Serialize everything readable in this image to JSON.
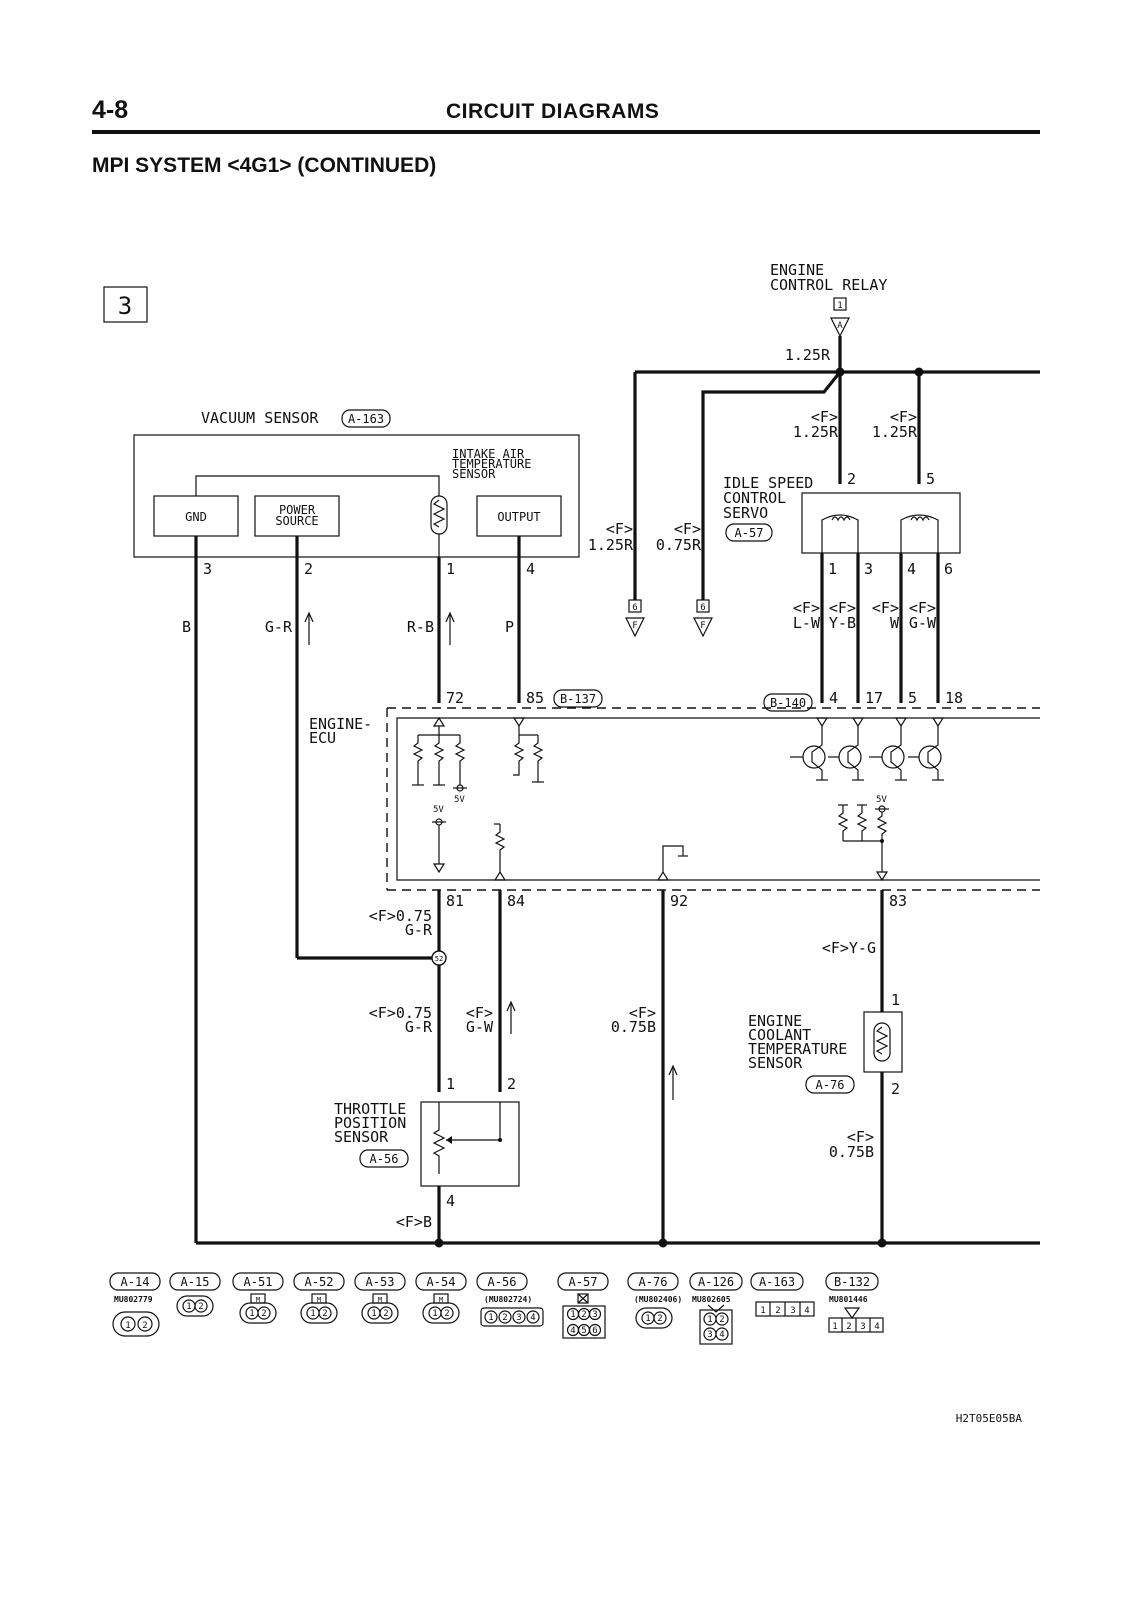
{
  "header": {
    "page_number": "4-8",
    "title": "CIRCUIT DIAGRAMS"
  },
  "section_title": "MPI SYSTEM <4G1> (CONTINUED)",
  "sheet_number": "3",
  "relay": {
    "name_line1": "ENGINE",
    "name_line2": "CONTROL RELAY",
    "terminal": "1",
    "connector_letter": "A",
    "wire": "1.25R"
  },
  "vacuum_sensor": {
    "title": "VACUUM SENSOR",
    "connector": "A-163",
    "blocks": {
      "gnd": "GND",
      "power_line1": "POWER",
      "power_line2": "SOURCE",
      "output": "OUTPUT"
    },
    "iat_line1": "INTAKE AIR",
    "iat_line2": "TEMPERATURE",
    "iat_line3": "SENSOR",
    "pins": [
      "3",
      "2",
      "1",
      "4"
    ],
    "wires": [
      "B",
      "G-R",
      "R-B",
      "P"
    ]
  },
  "relay_feeds": {
    "left": {
      "tag": "<F>",
      "size": "1.25R",
      "terminal": "6",
      "letter": "F"
    },
    "right": {
      "tag": "<F>",
      "size": "0.75R",
      "terminal": "6",
      "letter": "F"
    }
  },
  "isc_feeds": {
    "tag_a": "<F>",
    "size_a": "1.25R",
    "tag_b": "<F>",
    "size_b": "1.25R",
    "pin_a": "2",
    "pin_b": "5"
  },
  "idle_servo": {
    "line1": "IDLE SPEED",
    "line2": "CONTROL",
    "line3": "SERVO",
    "connector": "A-57",
    "pins": [
      "1",
      "3",
      "4",
      "6"
    ],
    "wire_tags": [
      "<F>",
      "<F>",
      "<F>",
      "<F>"
    ],
    "wires": [
      "L-W",
      "Y-B",
      "W",
      "G-W"
    ]
  },
  "ecu": {
    "line1": "ENGINE-",
    "line2": "ECU",
    "connector_top_left": "B-137",
    "connector_top_right": "B-140",
    "top_pins": [
      "72",
      "85",
      "4",
      "17",
      "5",
      "18"
    ],
    "bottom_pins": [
      "81",
      "84",
      "92",
      "83"
    ],
    "voltage": "5V"
  },
  "lower_wires": {
    "w81_tag": "<F>",
    "w81_size": "0.75",
    "w81_color": "G-R",
    "junction": "52",
    "tps_tag_a": "<F>",
    "tps_size_a": "0.75",
    "tps_color_a": "G-R",
    "tps_tag_b": "<F>",
    "tps_color_b": "G-W",
    "w92_tag": "<F>",
    "w92_size": "0.75B",
    "w83": "<F>Y-G",
    "ground_tag": "<F>B",
    "ect_ground_tag": "<F>",
    "ect_ground_size": "0.75B"
  },
  "tps": {
    "line1": "THROTTLE",
    "line2": "POSITION",
    "line3": "SENSOR",
    "connector": "A-56",
    "pins": [
      "1",
      "2",
      "4"
    ]
  },
  "ect": {
    "line1": "ENGINE",
    "line2": "COOLANT",
    "line3": "TEMPERATURE",
    "line4": "SENSOR",
    "connector": "A-76",
    "pins": [
      "1",
      "2"
    ]
  },
  "connectors": [
    {
      "id": "A-14",
      "part": "MU802779",
      "pins": [
        "1",
        "2"
      ]
    },
    {
      "id": "A-15",
      "part": "",
      "pins": [
        "1",
        "2"
      ]
    },
    {
      "id": "A-51",
      "part": "",
      "pins": [
        "1",
        "2"
      ]
    },
    {
      "id": "A-52",
      "part": "",
      "pins": [
        "1",
        "2"
      ]
    },
    {
      "id": "A-53",
      "part": "",
      "pins": [
        "1",
        "2"
      ]
    },
    {
      "id": "A-54",
      "part": "",
      "pins": [
        "1",
        "2"
      ]
    },
    {
      "id": "A-56",
      "part": "(MU802724)",
      "pins": [
        "1",
        "2",
        "3",
        "4"
      ]
    },
    {
      "id": "A-57",
      "part": "",
      "pins": [
        "1",
        "2",
        "3",
        "4",
        "5",
        "6"
      ]
    },
    {
      "id": "A-76",
      "part": "(MU802406)",
      "pins": [
        "1",
        "2"
      ]
    },
    {
      "id": "A-126",
      "part": "MU802605",
      "pins": [
        "1",
        "2",
        "3",
        "4"
      ]
    },
    {
      "id": "A-163",
      "part": "",
      "pins": [
        "1",
        "2",
        "3",
        "4"
      ]
    },
    {
      "id": "B-132",
      "part": "MU801446",
      "pins": [
        "1",
        "2",
        "3",
        "4"
      ]
    }
  ],
  "connector_marker": "M",
  "doc_code": "H2T05E05BA"
}
